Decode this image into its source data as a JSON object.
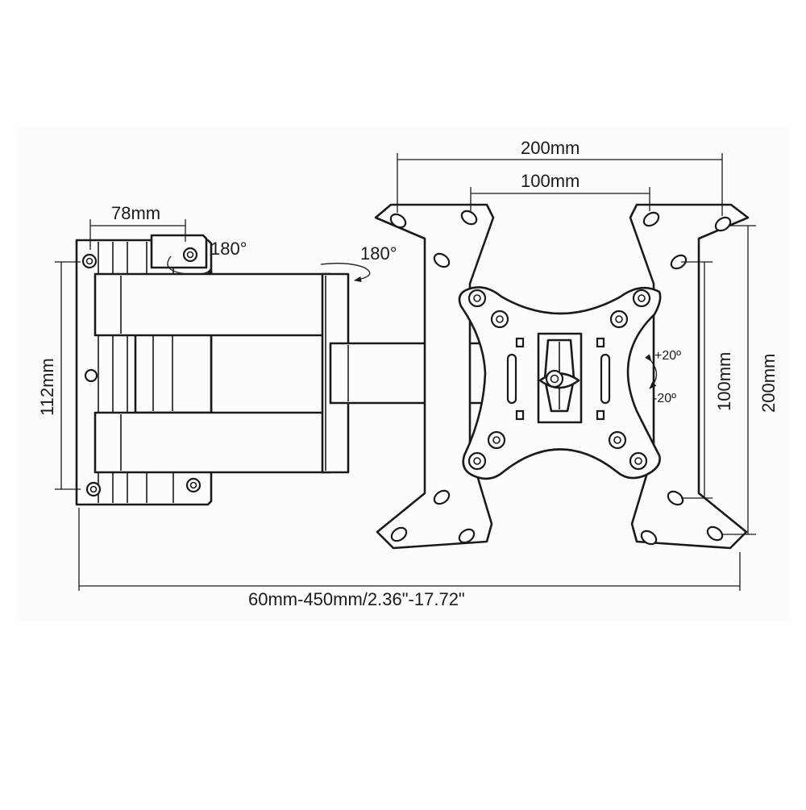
{
  "diagram": {
    "labels": {
      "wall_plate_width": "78mm",
      "wall_plate_height": "112mm",
      "wall_swivel": "180°",
      "arm_swivel": "180°",
      "vesa_outer_width": "200mm",
      "vesa_inner_width": "100mm",
      "vesa_inner_height": "100mm",
      "vesa_outer_height": "200mm",
      "tilt_up": "+20º",
      "tilt_down": "-20º",
      "extension_range": "60mm-450mm/2.36\"-17.72\""
    },
    "colors": {
      "background": "#ffffff",
      "panel": "#fdfcfc",
      "ink": "#1a1a1a"
    }
  }
}
